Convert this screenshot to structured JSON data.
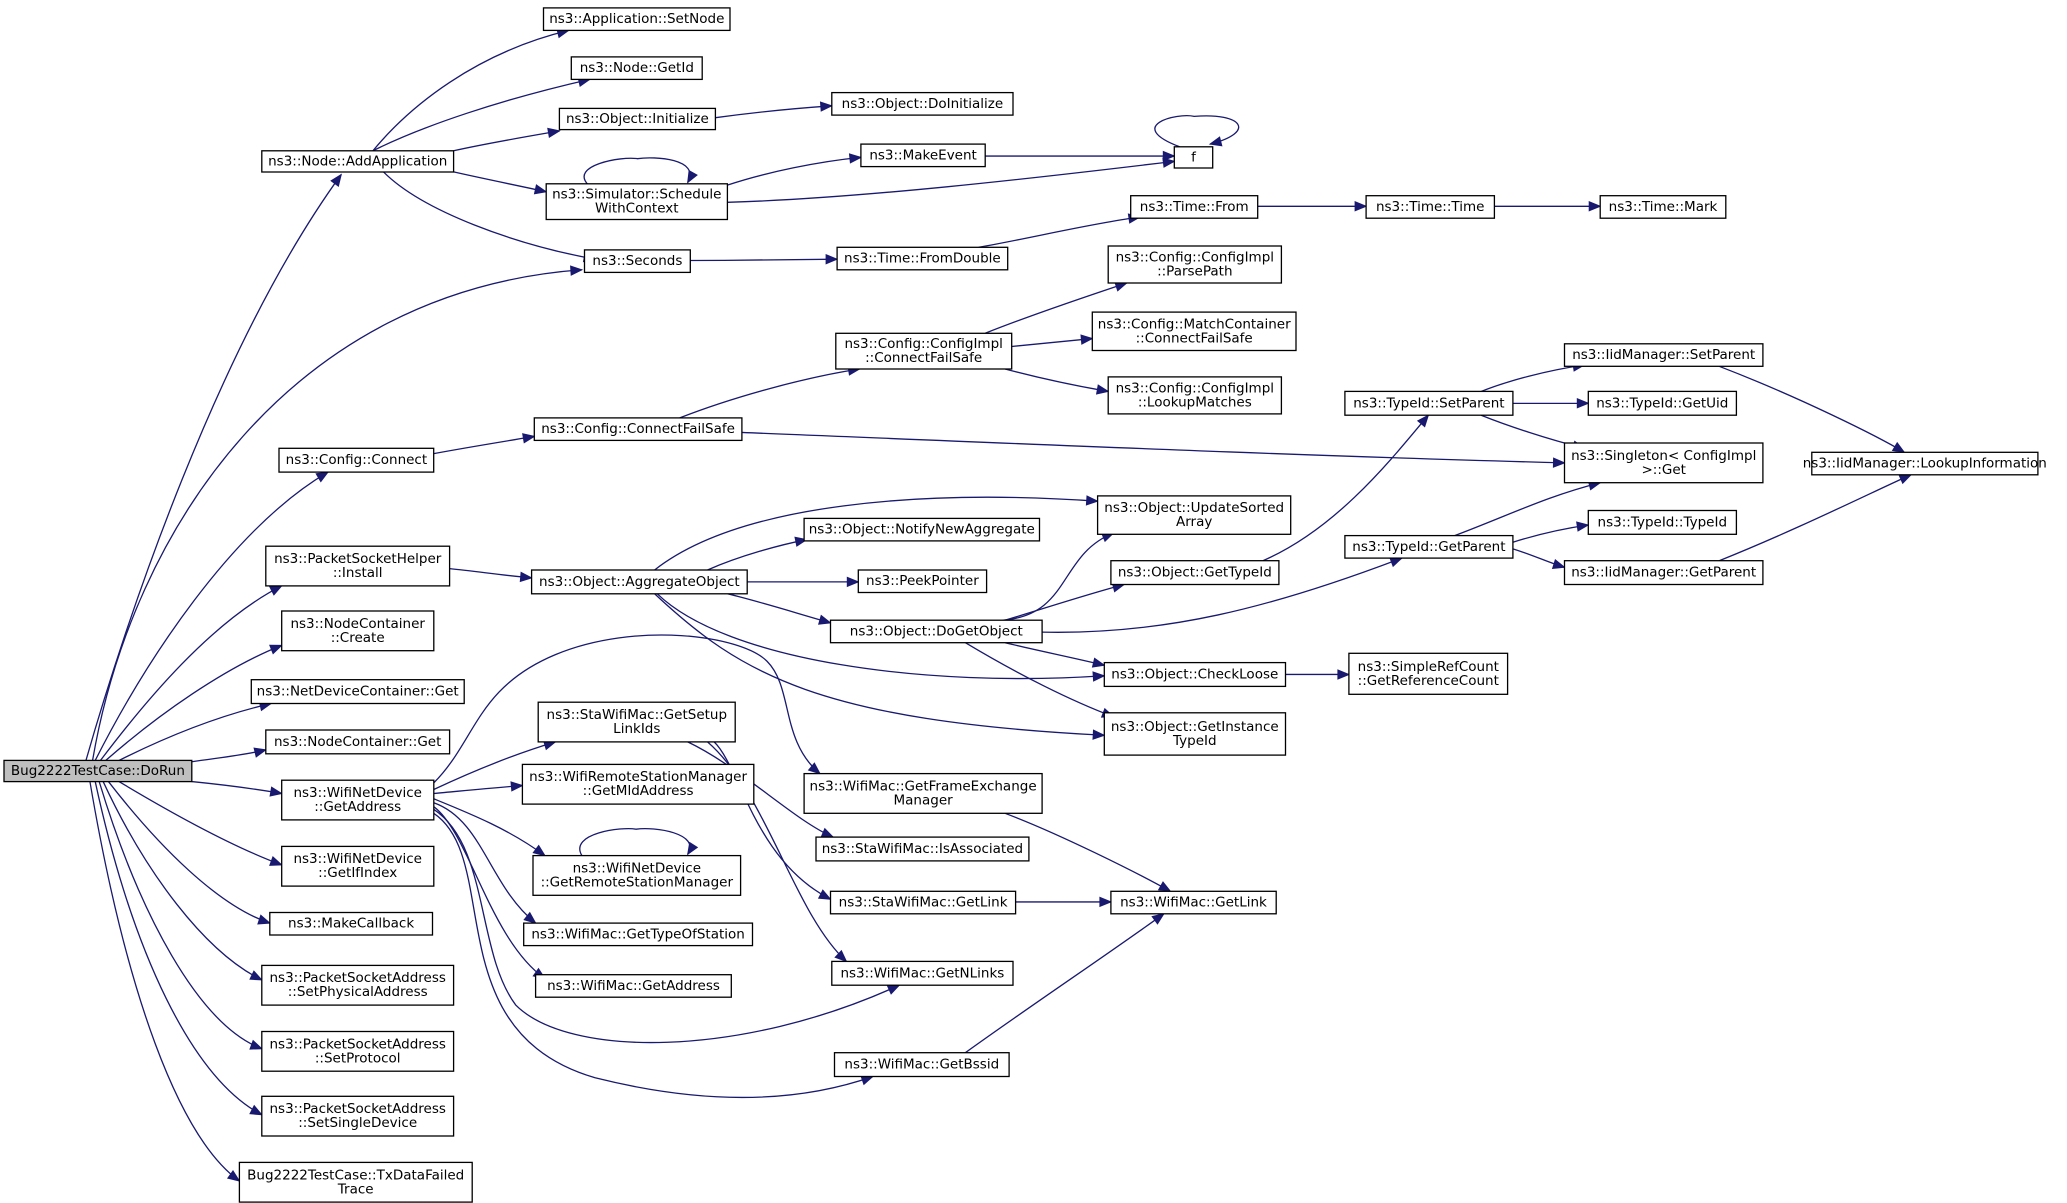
{
  "nodes": [
    {
      "id": "root",
      "lines": [
        "Bug2222TestCase::DoRun"
      ],
      "root": true
    },
    {
      "id": "addApp",
      "lines": [
        "ns3::Node::AddApplication"
      ]
    },
    {
      "id": "setNode",
      "lines": [
        "ns3::Application::SetNode"
      ]
    },
    {
      "id": "getId",
      "lines": [
        "ns3::Node::GetId"
      ]
    },
    {
      "id": "objInit",
      "lines": [
        "ns3::Object::Initialize"
      ]
    },
    {
      "id": "doInit",
      "lines": [
        "ns3::Object::DoInitialize"
      ]
    },
    {
      "id": "makeEvent",
      "lines": [
        "ns3::MakeEvent"
      ]
    },
    {
      "id": "f",
      "lines": [
        "f"
      ]
    },
    {
      "id": "schedule",
      "lines": [
        "ns3::Simulator::Schedule",
        "WithContext"
      ]
    },
    {
      "id": "timeFrom",
      "lines": [
        "ns3::Time::From"
      ]
    },
    {
      "id": "timeTime",
      "lines": [
        "ns3::Time::Time"
      ]
    },
    {
      "id": "timeMark",
      "lines": [
        "ns3::Time::Mark"
      ]
    },
    {
      "id": "seconds",
      "lines": [
        "ns3::Seconds"
      ]
    },
    {
      "id": "fromDouble",
      "lines": [
        "ns3::Time::FromDouble"
      ]
    },
    {
      "id": "parsePath",
      "lines": [
        "ns3::Config::ConfigImpl",
        "::ParsePath"
      ]
    },
    {
      "id": "cfgImplCFS",
      "lines": [
        "ns3::Config::ConfigImpl",
        "::ConnectFailSafe"
      ]
    },
    {
      "id": "matchCFS",
      "lines": [
        "ns3::Config::MatchContainer",
        "::ConnectFailSafe"
      ]
    },
    {
      "id": "lookupMatches",
      "lines": [
        "ns3::Config::ConfigImpl",
        "::LookupMatches"
      ]
    },
    {
      "id": "iidSetParent",
      "lines": [
        "ns3::IidManager::SetParent"
      ]
    },
    {
      "id": "tidSetParent",
      "lines": [
        "ns3::TypeId::SetParent"
      ]
    },
    {
      "id": "tidGetUid",
      "lines": [
        "ns3::TypeId::GetUid"
      ]
    },
    {
      "id": "cfgCFS",
      "lines": [
        "ns3::Config::ConnectFailSafe"
      ]
    },
    {
      "id": "cfgConnect",
      "lines": [
        "ns3::Config::Connect"
      ]
    },
    {
      "id": "singletonGet",
      "lines": [
        "ns3::Singleton< ConfigImpl",
        " >::Get"
      ]
    },
    {
      "id": "lookupInfo",
      "lines": [
        "ns3::IidManager::LookupInformation"
      ]
    },
    {
      "id": "updateSorted",
      "lines": [
        "ns3::Object::UpdateSorted",
        "Array"
      ]
    },
    {
      "id": "notifyNewAgg",
      "lines": [
        "ns3::Object::NotifyNewAggregate"
      ]
    },
    {
      "id": "tidGetParent",
      "lines": [
        "ns3::TypeId::GetParent"
      ]
    },
    {
      "id": "tidTypeId",
      "lines": [
        "ns3::TypeId::TypeId"
      ]
    },
    {
      "id": "psHelperInstall",
      "lines": [
        "ns3::PacketSocketHelper",
        "::Install"
      ]
    },
    {
      "id": "aggObj",
      "lines": [
        "ns3::Object::AggregateObject"
      ]
    },
    {
      "id": "peekPtr",
      "lines": [
        "ns3::PeekPointer"
      ]
    },
    {
      "id": "objGetTypeId",
      "lines": [
        "ns3::Object::GetTypeId"
      ]
    },
    {
      "id": "iidGetParent",
      "lines": [
        "ns3::IidManager::GetParent"
      ]
    },
    {
      "id": "ncCreate",
      "lines": [
        "ns3::NodeContainer",
        "::Create"
      ]
    },
    {
      "id": "doGetObj",
      "lines": [
        "ns3::Object::DoGetObject"
      ]
    },
    {
      "id": "ndcGet",
      "lines": [
        "ns3::NetDeviceContainer::Get"
      ]
    },
    {
      "id": "checkLoose",
      "lines": [
        "ns3::Object::CheckLoose"
      ]
    },
    {
      "id": "getRefCount",
      "lines": [
        "ns3::SimpleRefCount",
        "::GetReferenceCount"
      ]
    },
    {
      "id": "setupLinkIds",
      "lines": [
        "ns3::StaWifiMac::GetSetup",
        "LinkIds"
      ]
    },
    {
      "id": "getInstTid",
      "lines": [
        "ns3::Object::GetInstance",
        "TypeId"
      ]
    },
    {
      "id": "ncGet",
      "lines": [
        "ns3::NodeContainer::Get"
      ]
    },
    {
      "id": "wndGetAddr",
      "lines": [
        "ns3::WifiNetDevice",
        "::GetAddress"
      ]
    },
    {
      "id": "wrsmGetMld",
      "lines": [
        "ns3::WifiRemoteStationManager",
        "::GetMldAddress"
      ]
    },
    {
      "id": "getFEM",
      "lines": [
        "ns3::WifiMac::GetFrameExchange",
        "Manager"
      ]
    },
    {
      "id": "isAssoc",
      "lines": [
        "ns3::StaWifiMac::IsAssociated"
      ]
    },
    {
      "id": "wndGetIfIndex",
      "lines": [
        "ns3::WifiNetDevice",
        "::GetIfIndex"
      ]
    },
    {
      "id": "wndGetRSM",
      "lines": [
        "ns3::WifiNetDevice",
        "::GetRemoteStationManager"
      ]
    },
    {
      "id": "staGetLink",
      "lines": [
        "ns3::StaWifiMac::GetLink"
      ]
    },
    {
      "id": "wmGetLink",
      "lines": [
        "ns3::WifiMac::GetLink"
      ]
    },
    {
      "id": "makeCallback",
      "lines": [
        "ns3::MakeCallback"
      ]
    },
    {
      "id": "getTypeOfStation",
      "lines": [
        "ns3::WifiMac::GetTypeOfStation"
      ]
    },
    {
      "id": "psaSetPhys",
      "lines": [
        "ns3::PacketSocketAddress",
        "::SetPhysicalAddress"
      ]
    },
    {
      "id": "wmGetNLinks",
      "lines": [
        "ns3::WifiMac::GetNLinks"
      ]
    },
    {
      "id": "wmGetAddress",
      "lines": [
        "ns3::WifiMac::GetAddress"
      ]
    },
    {
      "id": "psaSetProto",
      "lines": [
        "ns3::PacketSocketAddress",
        "::SetProtocol"
      ]
    },
    {
      "id": "wmGetBssid",
      "lines": [
        "ns3::WifiMac::GetBssid"
      ]
    },
    {
      "id": "psaSetSingle",
      "lines": [
        "ns3::PacketSocketAddress",
        "::SetSingleDevice"
      ]
    },
    {
      "id": "txDataFailed",
      "lines": [
        "Bug2222TestCase::TxDataFailed",
        "Trace"
      ]
    }
  ],
  "edges": [
    [
      "root",
      "addApp"
    ],
    [
      "root",
      "seconds"
    ],
    [
      "root",
      "cfgConnect"
    ],
    [
      "root",
      "psHelperInstall"
    ],
    [
      "root",
      "ncCreate"
    ],
    [
      "root",
      "ndcGet"
    ],
    [
      "root",
      "ncGet"
    ],
    [
      "root",
      "wndGetAddr"
    ],
    [
      "root",
      "wndGetIfIndex"
    ],
    [
      "root",
      "makeCallback"
    ],
    [
      "root",
      "psaSetPhys"
    ],
    [
      "root",
      "psaSetProto"
    ],
    [
      "root",
      "psaSetSingle"
    ],
    [
      "root",
      "txDataFailed"
    ],
    [
      "addApp",
      "setNode"
    ],
    [
      "addApp",
      "getId"
    ],
    [
      "addApp",
      "objInit"
    ],
    [
      "addApp",
      "schedule"
    ],
    [
      "addApp",
      "seconds"
    ],
    [
      "objInit",
      "doInit"
    ],
    [
      "schedule",
      "schedule"
    ],
    [
      "schedule",
      "makeEvent"
    ],
    [
      "schedule",
      "f"
    ],
    [
      "makeEvent",
      "f"
    ],
    [
      "f",
      "f"
    ],
    [
      "seconds",
      "fromDouble"
    ],
    [
      "fromDouble",
      "timeFrom"
    ],
    [
      "timeFrom",
      "timeTime"
    ],
    [
      "timeTime",
      "timeMark"
    ],
    [
      "cfgConnect",
      "cfgCFS"
    ],
    [
      "cfgCFS",
      "cfgImplCFS"
    ],
    [
      "cfgCFS",
      "singletonGet"
    ],
    [
      "cfgImplCFS",
      "parsePath"
    ],
    [
      "cfgImplCFS",
      "matchCFS"
    ],
    [
      "cfgImplCFS",
      "lookupMatches"
    ],
    [
      "psHelperInstall",
      "aggObj"
    ],
    [
      "aggObj",
      "updateSorted"
    ],
    [
      "aggObj",
      "notifyNewAgg"
    ],
    [
      "aggObj",
      "peekPtr"
    ],
    [
      "aggObj",
      "doGetObj"
    ],
    [
      "aggObj",
      "checkLoose"
    ],
    [
      "aggObj",
      "getInstTid"
    ],
    [
      "doGetObj",
      "updateSorted"
    ],
    [
      "doGetObj",
      "objGetTypeId"
    ],
    [
      "doGetObj",
      "tidGetParent"
    ],
    [
      "doGetObj",
      "checkLoose"
    ],
    [
      "doGetObj",
      "getInstTid"
    ],
    [
      "objGetTypeId",
      "tidSetParent"
    ],
    [
      "tidSetParent",
      "iidSetParent"
    ],
    [
      "tidSetParent",
      "tidGetUid"
    ],
    [
      "tidSetParent",
      "singletonGet"
    ],
    [
      "iidSetParent",
      "lookupInfo"
    ],
    [
      "tidGetParent",
      "singletonGet"
    ],
    [
      "tidGetParent",
      "tidTypeId"
    ],
    [
      "tidGetParent",
      "iidGetParent"
    ],
    [
      "iidGetParent",
      "lookupInfo"
    ],
    [
      "checkLoose",
      "getRefCount"
    ],
    [
      "wndGetAddr",
      "setupLinkIds"
    ],
    [
      "wndGetAddr",
      "wrsmGetMld"
    ],
    [
      "wndGetAddr",
      "getFEM"
    ],
    [
      "wndGetAddr",
      "wndGetRSM"
    ],
    [
      "wndGetAddr",
      "getTypeOfStation"
    ],
    [
      "wndGetAddr",
      "wmGetAddress"
    ],
    [
      "wndGetAddr",
      "wmGetNLinks"
    ],
    [
      "wndGetAddr",
      "wmGetBssid"
    ],
    [
      "setupLinkIds",
      "isAssoc"
    ],
    [
      "setupLinkIds",
      "staGetLink"
    ],
    [
      "setupLinkIds",
      "wmGetNLinks"
    ],
    [
      "wndGetRSM",
      "wndGetRSM"
    ],
    [
      "getFEM",
      "wmGetLink"
    ],
    [
      "staGetLink",
      "wmGetLink"
    ],
    [
      "wmGetBssid",
      "wmGetLink"
    ]
  ]
}
